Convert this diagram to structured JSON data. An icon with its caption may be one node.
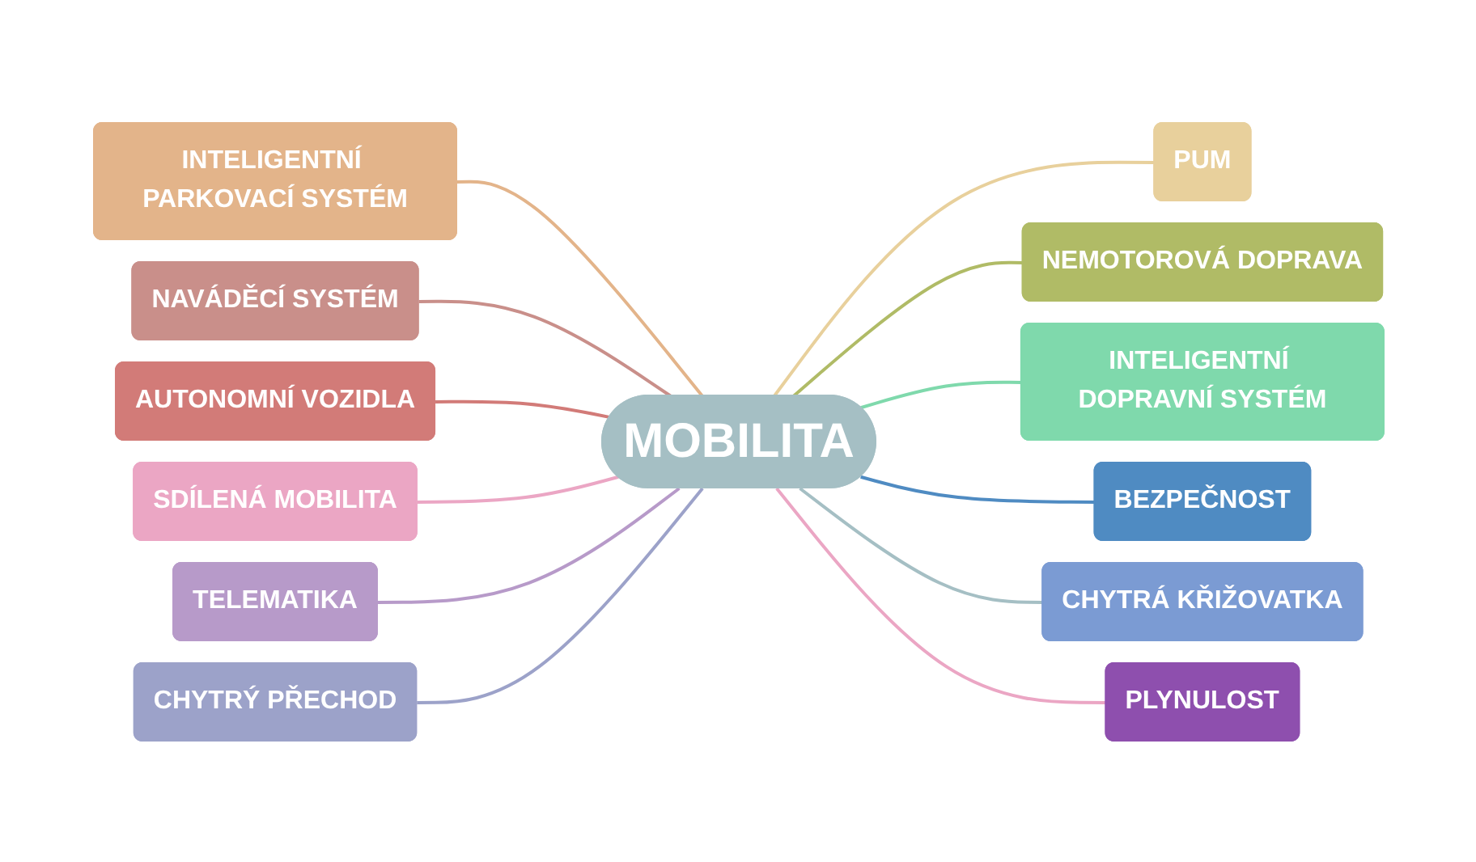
{
  "diagram": {
    "nodes": [
      {
        "text": [
          "MOBILITA"
        ]
      },
      {
        "text": [
          "INTELIGENTNÍ PARKOVACÍ SYSTÉM"
        ]
      },
      {
        "text": [
          "NAVÁDĚCÍ SYSTÉM"
        ]
      },
      {
        "text": [
          "PUM"
        ]
      },
      {
        "text": [
          "AUTONOMNÍ VOZIDLA"
        ]
      },
      {
        "text": [
          "NEMOTOROVÁ DOPRAVA"
        ]
      },
      {
        "text": [
          "INTELIGENTNÍ DOPRAVNÍ SYSTÉM"
        ]
      },
      {
        "text": [
          "SDÍLENÁ MOBILITA"
        ]
      },
      {
        "text": [
          "BEZPEČNOST"
        ]
      },
      {
        "text": [
          "TELEMATIKA"
        ]
      },
      {
        "text": [
          "CHYTRÝ PŘECHOD"
        ]
      },
      {
        "text": [
          "CHYTRÁ KŘIŽOVATKA"
        ]
      },
      {
        "text": [
          "PLYNULOST"
        ]
      }
    ],
    "edges": [
      {
        "from": 1,
        "to": 0,
        "arrow": "none",
        "color": "#e3b48a"
      },
      {
        "from": 2,
        "to": 0,
        "arrow": "none",
        "color": "#c98f8a"
      },
      {
        "from": 0,
        "to": 3,
        "arrow": "none",
        "color": "#e8d09c"
      },
      {
        "from": 4,
        "to": 0,
        "arrow": "none",
        "color": "#d27b78"
      },
      {
        "from": 0,
        "to": 5,
        "arrow": "none",
        "color": "#b0bb66"
      },
      {
        "from": 0,
        "to": 6,
        "arrow": "none",
        "color": "#7fd9ac"
      },
      {
        "from": 7,
        "to": 0,
        "arrow": "none",
        "color": "#eba6c4"
      },
      {
        "from": 0,
        "to": 8,
        "arrow": "none",
        "color": "#4f8bc2"
      },
      {
        "from": 9,
        "to": 0,
        "arrow": "none",
        "color": "#b79ac9"
      },
      {
        "from": 10,
        "to": 0,
        "arrow": "none",
        "color": "#9ca2c9"
      },
      {
        "from": 0,
        "to": 11,
        "arrow": "none",
        "color": "#a5bfc4"
      },
      {
        "from": 0,
        "to": 12,
        "arrow": "none",
        "color": "#eba6c4"
      }
    ]
  }
}
